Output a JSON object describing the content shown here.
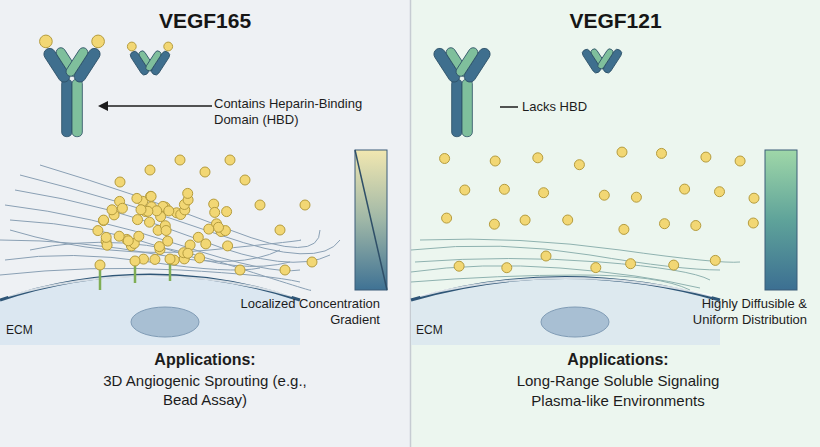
{
  "diagram": {
    "nodes": [
      {
        "text": [
          "VEGF165"
        ]
      },
      {
        "text": [
          "VEGF121"
        ]
      }
    ],
    "labels": [
      "Contains Heparin-Binding Domain (HBD)",
      "ECM",
      "Localized Concentration Gradient",
      "Applications:",
      "3D Angiogenic Sprouting (e.g., Bead Assay)",
      "Lacks HBD",
      "ECM",
      "Highly Diffusible & Uniform Distribution",
      "Applications:",
      "Long-Range Soluble Signaling",
      "Plasma-like Environments"
    ]
  }
}
